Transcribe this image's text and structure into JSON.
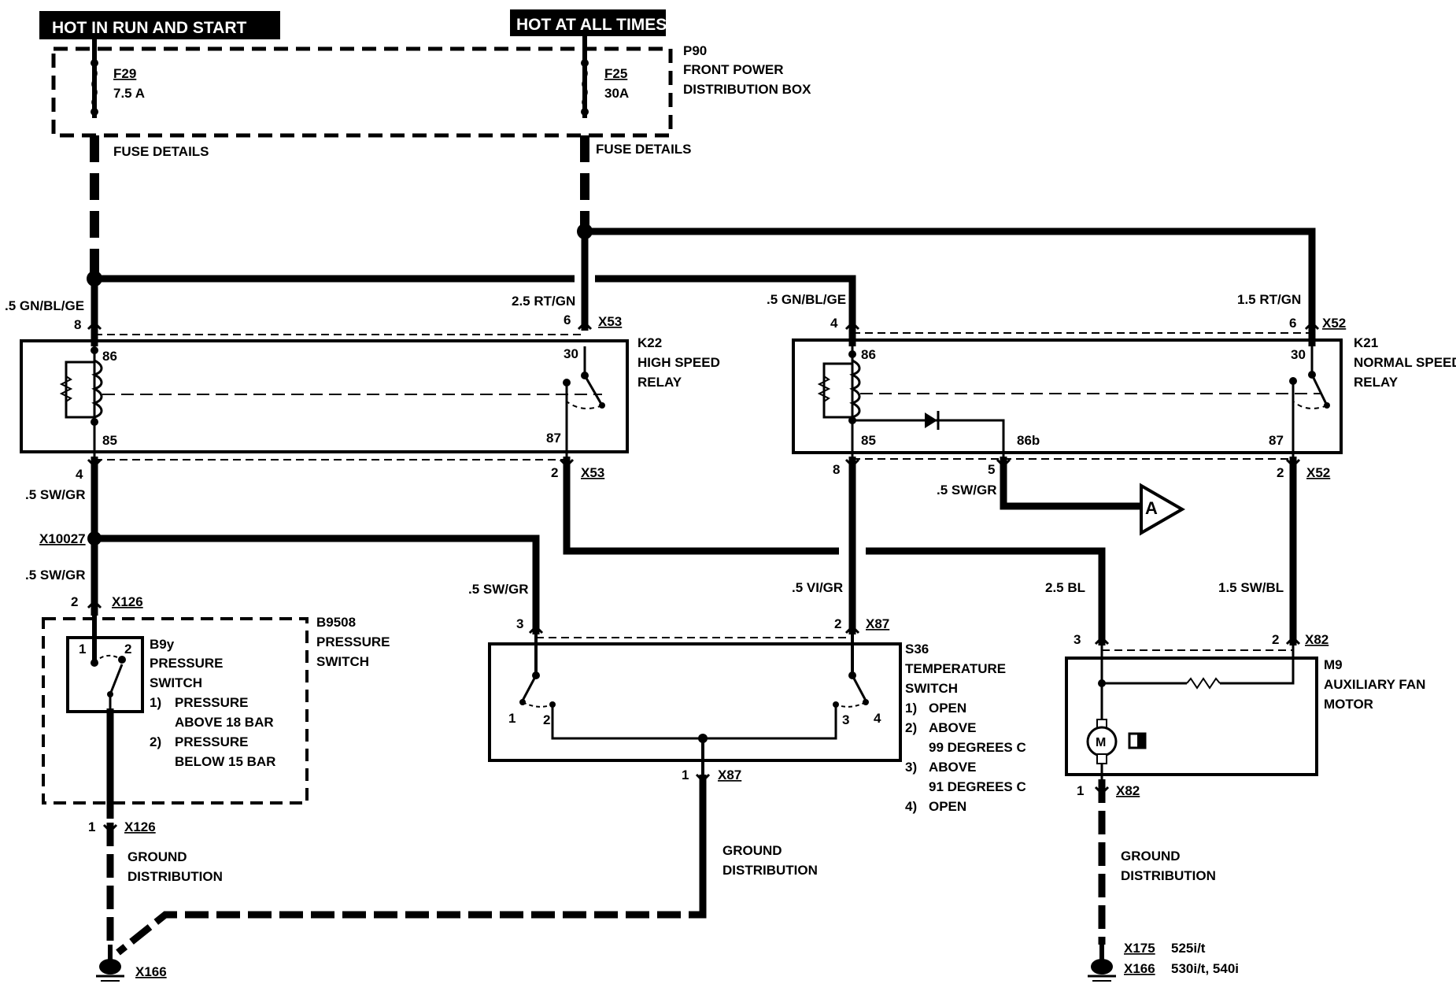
{
  "headers": {
    "run_start": "HOT IN RUN AND START",
    "all_times": "HOT AT ALL TIMES"
  },
  "fuses": {
    "f29_id": "F29",
    "f29_rating": "7.5 A",
    "f25_id": "F25",
    "f25_rating": "30A",
    "details_left": "FUSE DETAILS",
    "details_right": "FUSE DETAILS"
  },
  "p90": {
    "id": "P90",
    "line1": "FRONT POWER",
    "line2": "DISTRIBUTION BOX"
  },
  "wires": {
    "w_gn_bl_ge_left": ".5 GN/BL/GE",
    "w_rt_gn_25": "2.5 RT/GN",
    "w_gn_bl_ge_mid": ".5 GN/BL/GE",
    "w_rt_gn_15": "1.5 RT/GN",
    "w_sw_gr_1": ".5 SW/GR",
    "w_sw_gr_2": ".5 SW/GR",
    "w_sw_gr_3": ".5 SW/GR",
    "w_sw_gr_4": ".5 SW/GR",
    "w_vi_gr": ".5 VI/GR",
    "w_bl_25": "2.5 BL",
    "w_sw_bl_15": "1.5 SW/BL"
  },
  "connectors": {
    "x53_top": "X53",
    "x53_bot": "X53",
    "x52_top": "X52",
    "x52_bot": "X52",
    "x10027": "X10027",
    "x126_top": "X126",
    "x126_bot": "X126",
    "x87_top": "X87",
    "x87_bot": "X87",
    "x82_top": "X82",
    "x82_bot": "X82",
    "x166_left": "X166",
    "x175": "X175",
    "x166_right": "X166",
    "x175_note": "525i/t",
    "x166_note": "530i/t, 540i"
  },
  "pins": {
    "p8a": "8",
    "p6a": "6",
    "p4a": "4",
    "p6b": "6",
    "k22_86": "86",
    "k22_85": "85",
    "k22_30": "30",
    "k22_87": "87",
    "k21_86": "86",
    "k21_85": "85",
    "k21_30": "30",
    "k21_87": "87",
    "k21_86b": "86b",
    "p4b": "4",
    "p2a": "2",
    "p8b": "8",
    "p5": "5",
    "p2b": "2",
    "p2c": "2",
    "p1a": "1",
    "p3s": "3",
    "p2s": "2",
    "p1s": "1",
    "s36_1": "1",
    "s36_2": "2",
    "s36_3": "3",
    "s36_4": "4",
    "p3m": "3",
    "p2m": "2",
    "p1m": "1",
    "b9y_1": "1",
    "b9y_2": "2"
  },
  "k22": {
    "id": "K22",
    "line1": "HIGH SPEED",
    "line2": "RELAY"
  },
  "k21": {
    "id": "K21",
    "line1": "NORMAL SPEED",
    "line2": "RELAY"
  },
  "b9508": {
    "id": "B9508",
    "line1": "PRESSURE",
    "line2": "SWITCH"
  },
  "b9y": {
    "id": "B9y",
    "line1": "PRESSURE",
    "line2": "SWITCH",
    "n1": "1)",
    "t1a": "PRESSURE",
    "t1b": "ABOVE 18 BAR",
    "n2": "2)",
    "t2a": "PRESSURE",
    "t2b": "BELOW 15 BAR"
  },
  "s36": {
    "id": "S36",
    "line1": "TEMPERATURE",
    "line2": "SWITCH",
    "n1": "1)",
    "t1": "OPEN",
    "n2": "2)",
    "t2a": "ABOVE",
    "t2b": "99 DEGREES C",
    "n3": "3)",
    "t3a": "ABOVE",
    "t3b": "91 DEGREES C",
    "n4": "4)",
    "t4": "OPEN"
  },
  "m9": {
    "id": "M9",
    "line1": "AUXILIARY FAN",
    "line2": "MOTOR",
    "symbol": "M"
  },
  "ground": {
    "left_1": "GROUND",
    "left_2": "DISTRIBUTION",
    "mid_1": "GROUND",
    "mid_2": "DISTRIBUTION",
    "right_1": "GROUND",
    "right_2": "DISTRIBUTION"
  },
  "offpage": {
    "label": "A"
  }
}
